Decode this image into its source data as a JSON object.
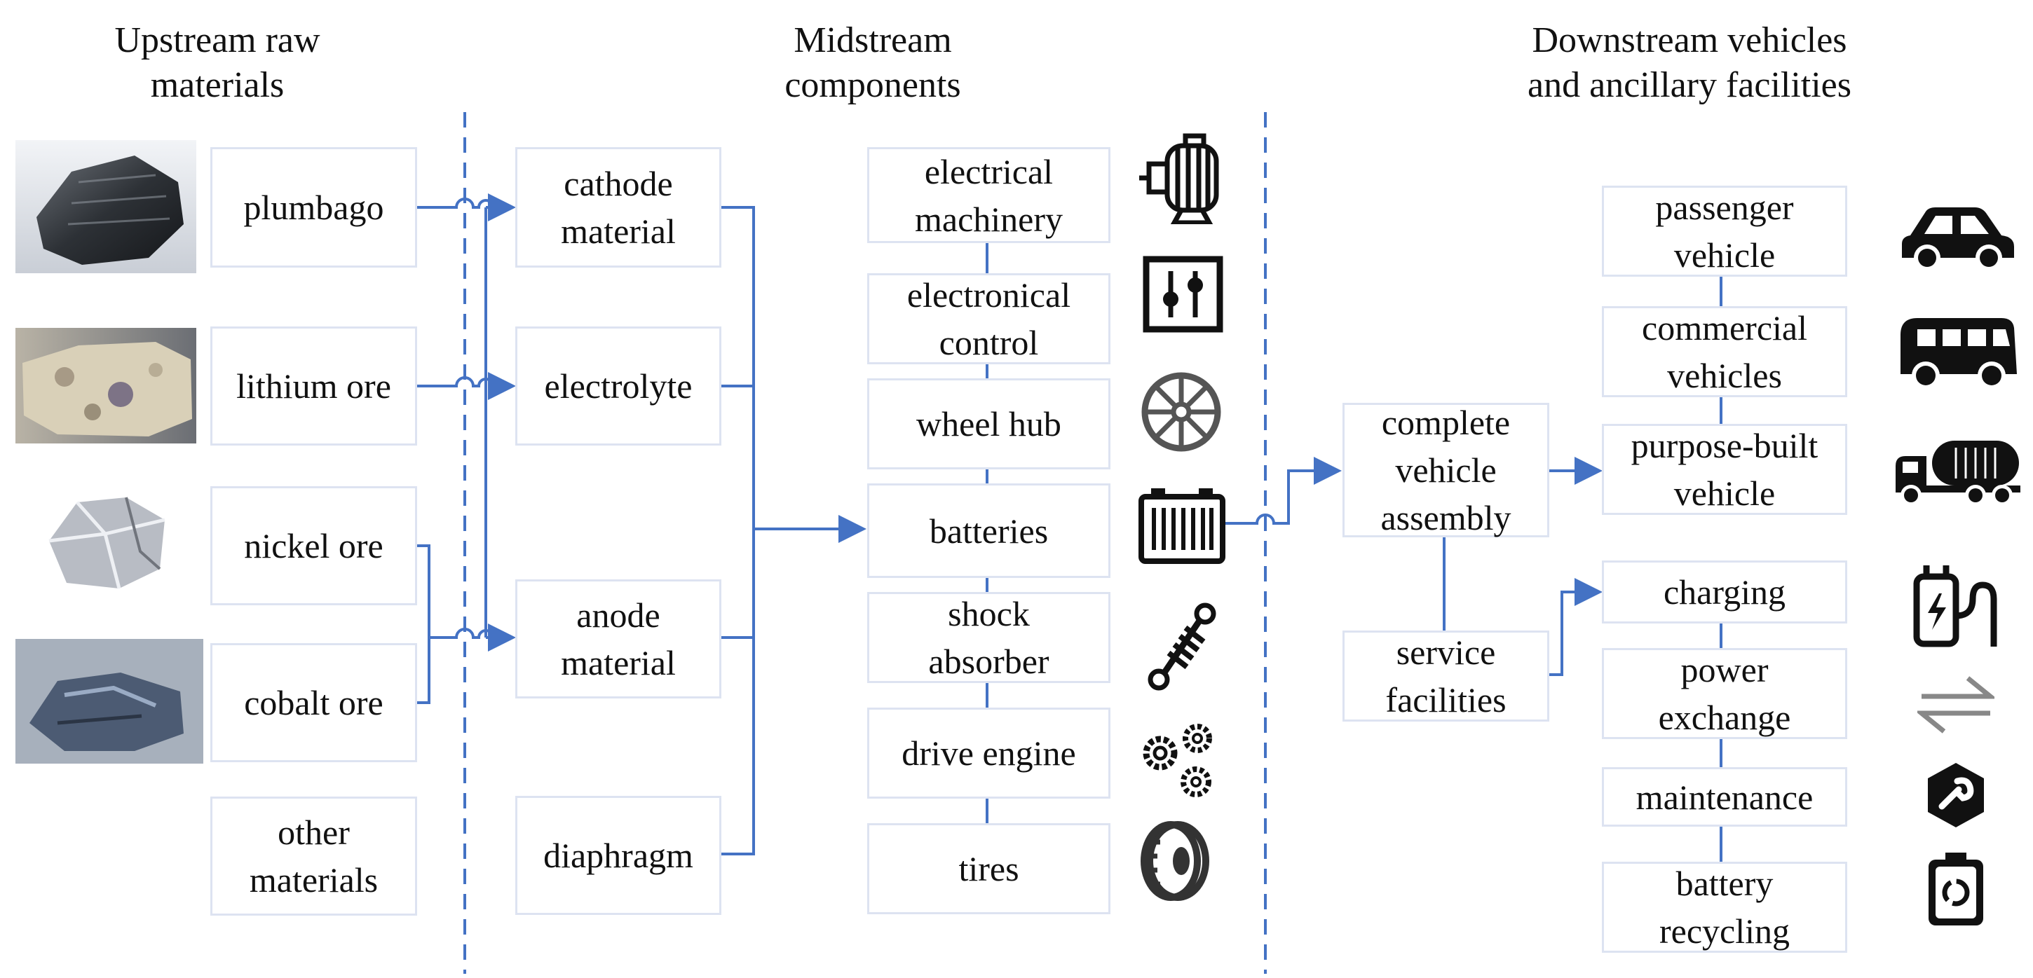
{
  "headers": {
    "upstream": "Upstream raw\nmaterials",
    "midstream": "Midstream\ncomponents",
    "downstream": "Downstream vehicles\nand ancillary facilities"
  },
  "upstream": {
    "plumbago": "plumbago",
    "lithium_ore": "lithium ore",
    "nickel_ore": "nickel ore",
    "cobalt_ore": "cobalt ore",
    "other_materials": "other\nmaterials"
  },
  "battery_materials": {
    "cathode_material": "cathode\nmaterial",
    "electrolyte": "electrolyte",
    "anode_material": "anode\nmaterial",
    "diaphragm": "diaphragm"
  },
  "components": {
    "electrical_machinery": "electrical\nmachinery",
    "electronical_control": "electronical\ncontrol",
    "wheel_hub": "wheel hub",
    "batteries": "batteries",
    "shock_absorber": "shock\nabsorber",
    "drive_engine": "drive engine",
    "tires": "tires"
  },
  "assembly": {
    "complete_vehicle_assembly": "complete\nvehicle\nassembly",
    "service_facilities": "service\nfacilities"
  },
  "vehicles": {
    "passenger_vehicle": "passenger\nvehicle",
    "commercial_vehicles": "commercial\nvehicles",
    "purpose_built_vehicle": "purpose-built\nvehicle"
  },
  "facilities": {
    "charging": "charging",
    "power_exchange": "power\nexchange",
    "maintenance": "maintenance",
    "battery_recycling": "battery\nrecycling"
  },
  "colors": {
    "connector": "#4472c4",
    "box_border": "#dde3f1",
    "icon": "#111111"
  },
  "icons": [
    "graphite-ore-photo",
    "lithium-ore-photo",
    "nickel-ore-photo",
    "cobalt-ore-photo",
    "electric-motor-icon",
    "control-panel-icon",
    "wheel-hub-icon",
    "battery-icon",
    "shock-absorber-icon",
    "gears-icon",
    "tire-icon",
    "car-icon",
    "van-icon",
    "tanker-truck-icon",
    "charging-station-icon",
    "exchange-arrows-icon",
    "wrench-hexagon-icon",
    "battery-recycle-icon"
  ]
}
